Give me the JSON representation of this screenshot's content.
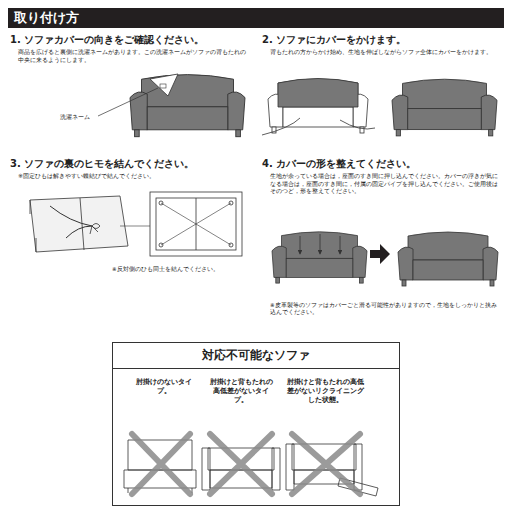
{
  "diagram": {
    "title": "取り付け方",
    "nodes": [
      {
        "text": [
          "対応不可能なソファ"
        ]
      }
    ],
    "labels": [
      "1. ソファカバーの向きをご確認ください。",
      "商品を広げると裏側に洗濯ネームがあります。この洗濯ネームがソファの背もたれの中央に来るようにします。",
      "洗濯ネーム",
      "2. ソファにカバーをかけます。",
      "背もたれの方からかけ始め、生地を伸ばしながらソファ全体にカバーをかけます。",
      "3. ソファの裏のヒモを結んでください。",
      "※固定ひもは解きやすい蝶結びで結んでください。",
      "※反対側のひも同士を結んでください。",
      "4. カバーの形を整えてください。",
      "生地が余っている場合は，座面のすき間に押し込んでください。カバーの浮きが気になる場合は，座面のすき間に，付属の固定パイプを押し込んでください。ご使用後はそのつど，形を整えてください。",
      "※皮革製等のソファはカバーごと滑る可能性がありますので，生地をしっかりと挟み込んでください。",
      "肘掛けのないタイプ。",
      "肘掛けと背もたれの高低差がないタイプ。",
      "肘掛けと背もたれの高低差がないリクライニングした状態。"
    ]
  }
}
